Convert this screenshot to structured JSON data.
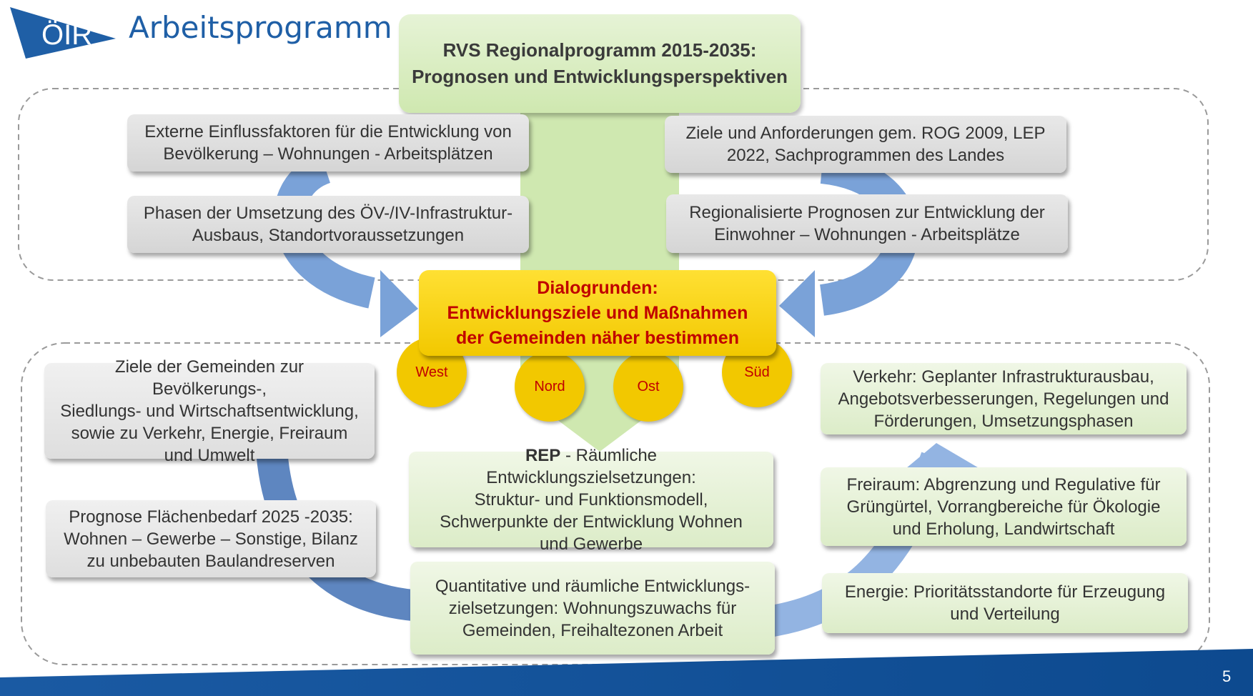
{
  "logo_text": "ÖIR",
  "heading": "Arbeitsprogramm",
  "title": {
    "line1": "RVS Regionalprogramm 2015-2035:",
    "line2": "Prognosen und Entwicklungsperspektiven"
  },
  "top_left": [
    {
      "line1": "Externe Einflussfaktoren für die Entwicklung von",
      "line2": "Bevölkerung – Wohnungen - Arbeitsplätzen"
    },
    {
      "line1": "Phasen der Umsetzung des ÖV-/IV-Infrastruktur-",
      "line2": "Ausbaus, Standortvoraussetzungen"
    }
  ],
  "top_right": [
    {
      "line1": "Ziele und Anforderungen gem.  ROG 2009, LEP",
      "line2": "2022, Sachprogrammen des Landes"
    },
    {
      "line1": "Regionalisierte  Prognosen zur Entwicklung der",
      "line2": "Einwohner – Wohnungen - Arbeitsplätze"
    }
  ],
  "dialog": {
    "line1": "Dialogrunden:",
    "line2": "Entwicklungsziele und Maßnahmen",
    "line3": "der Gemeinden näher bestimmen"
  },
  "regions": [
    "West",
    "Nord",
    "Ost",
    "Süd"
  ],
  "bottom_left": [
    {
      "lines": [
        "Ziele der Gemeinden  zur Bevölkerungs-,",
        "Siedlungs- und Wirtschaftsentwicklung,",
        "sowie zu Verkehr, Energie, Freiraum",
        "und Umwelt"
      ]
    },
    {
      "lines": [
        "Prognose Flächenbedarf 2025 -2035:",
        "Wohnen – Gewerbe – Sonstige, Bilanz",
        "zu unbebauten Baulandreserven"
      ]
    }
  ],
  "center_boxes": [
    {
      "bold_prefix": "REP",
      "line1_rest": " - Räumliche Entwicklungszielsetzungen:",
      "lines": [
        "Struktur- und Funktionsmodell,",
        "Schwerpunkte der Entwicklung  Wohnen",
        "und Gewerbe"
      ]
    },
    {
      "lines": [
        "Quantitative und räumliche  Entwicklungs-",
        "zielsetzungen:  Wohnungszuwachs für",
        "Gemeinden,  Freihaltezonen Arbeit"
      ]
    }
  ],
  "bottom_right": [
    {
      "lines": [
        "Verkehr:  Geplanter  Infrastrukturausbau,",
        "Angebotsverbesserungen,  Regelungen  und",
        "Förderungen,  Umsetzungsphasen"
      ]
    },
    {
      "lines": [
        "Freiraum:  Abgrenzung und Regulative für",
        "Grüngürtel, Vorrangbereiche für Ökologie",
        "und Erholung,  Landwirtschaft"
      ]
    },
    {
      "lines": [
        "Energie:  Prioritätsstandorte für Erzeugung",
        "und Verteilung"
      ]
    }
  ],
  "page_number": "5",
  "colors": {
    "brand_blue": "#1f5fa6",
    "arrow_blue": "#7aa2d8",
    "green_band": "#cfe8b0",
    "yellow": "#f2c800",
    "red_text": "#c00000"
  }
}
